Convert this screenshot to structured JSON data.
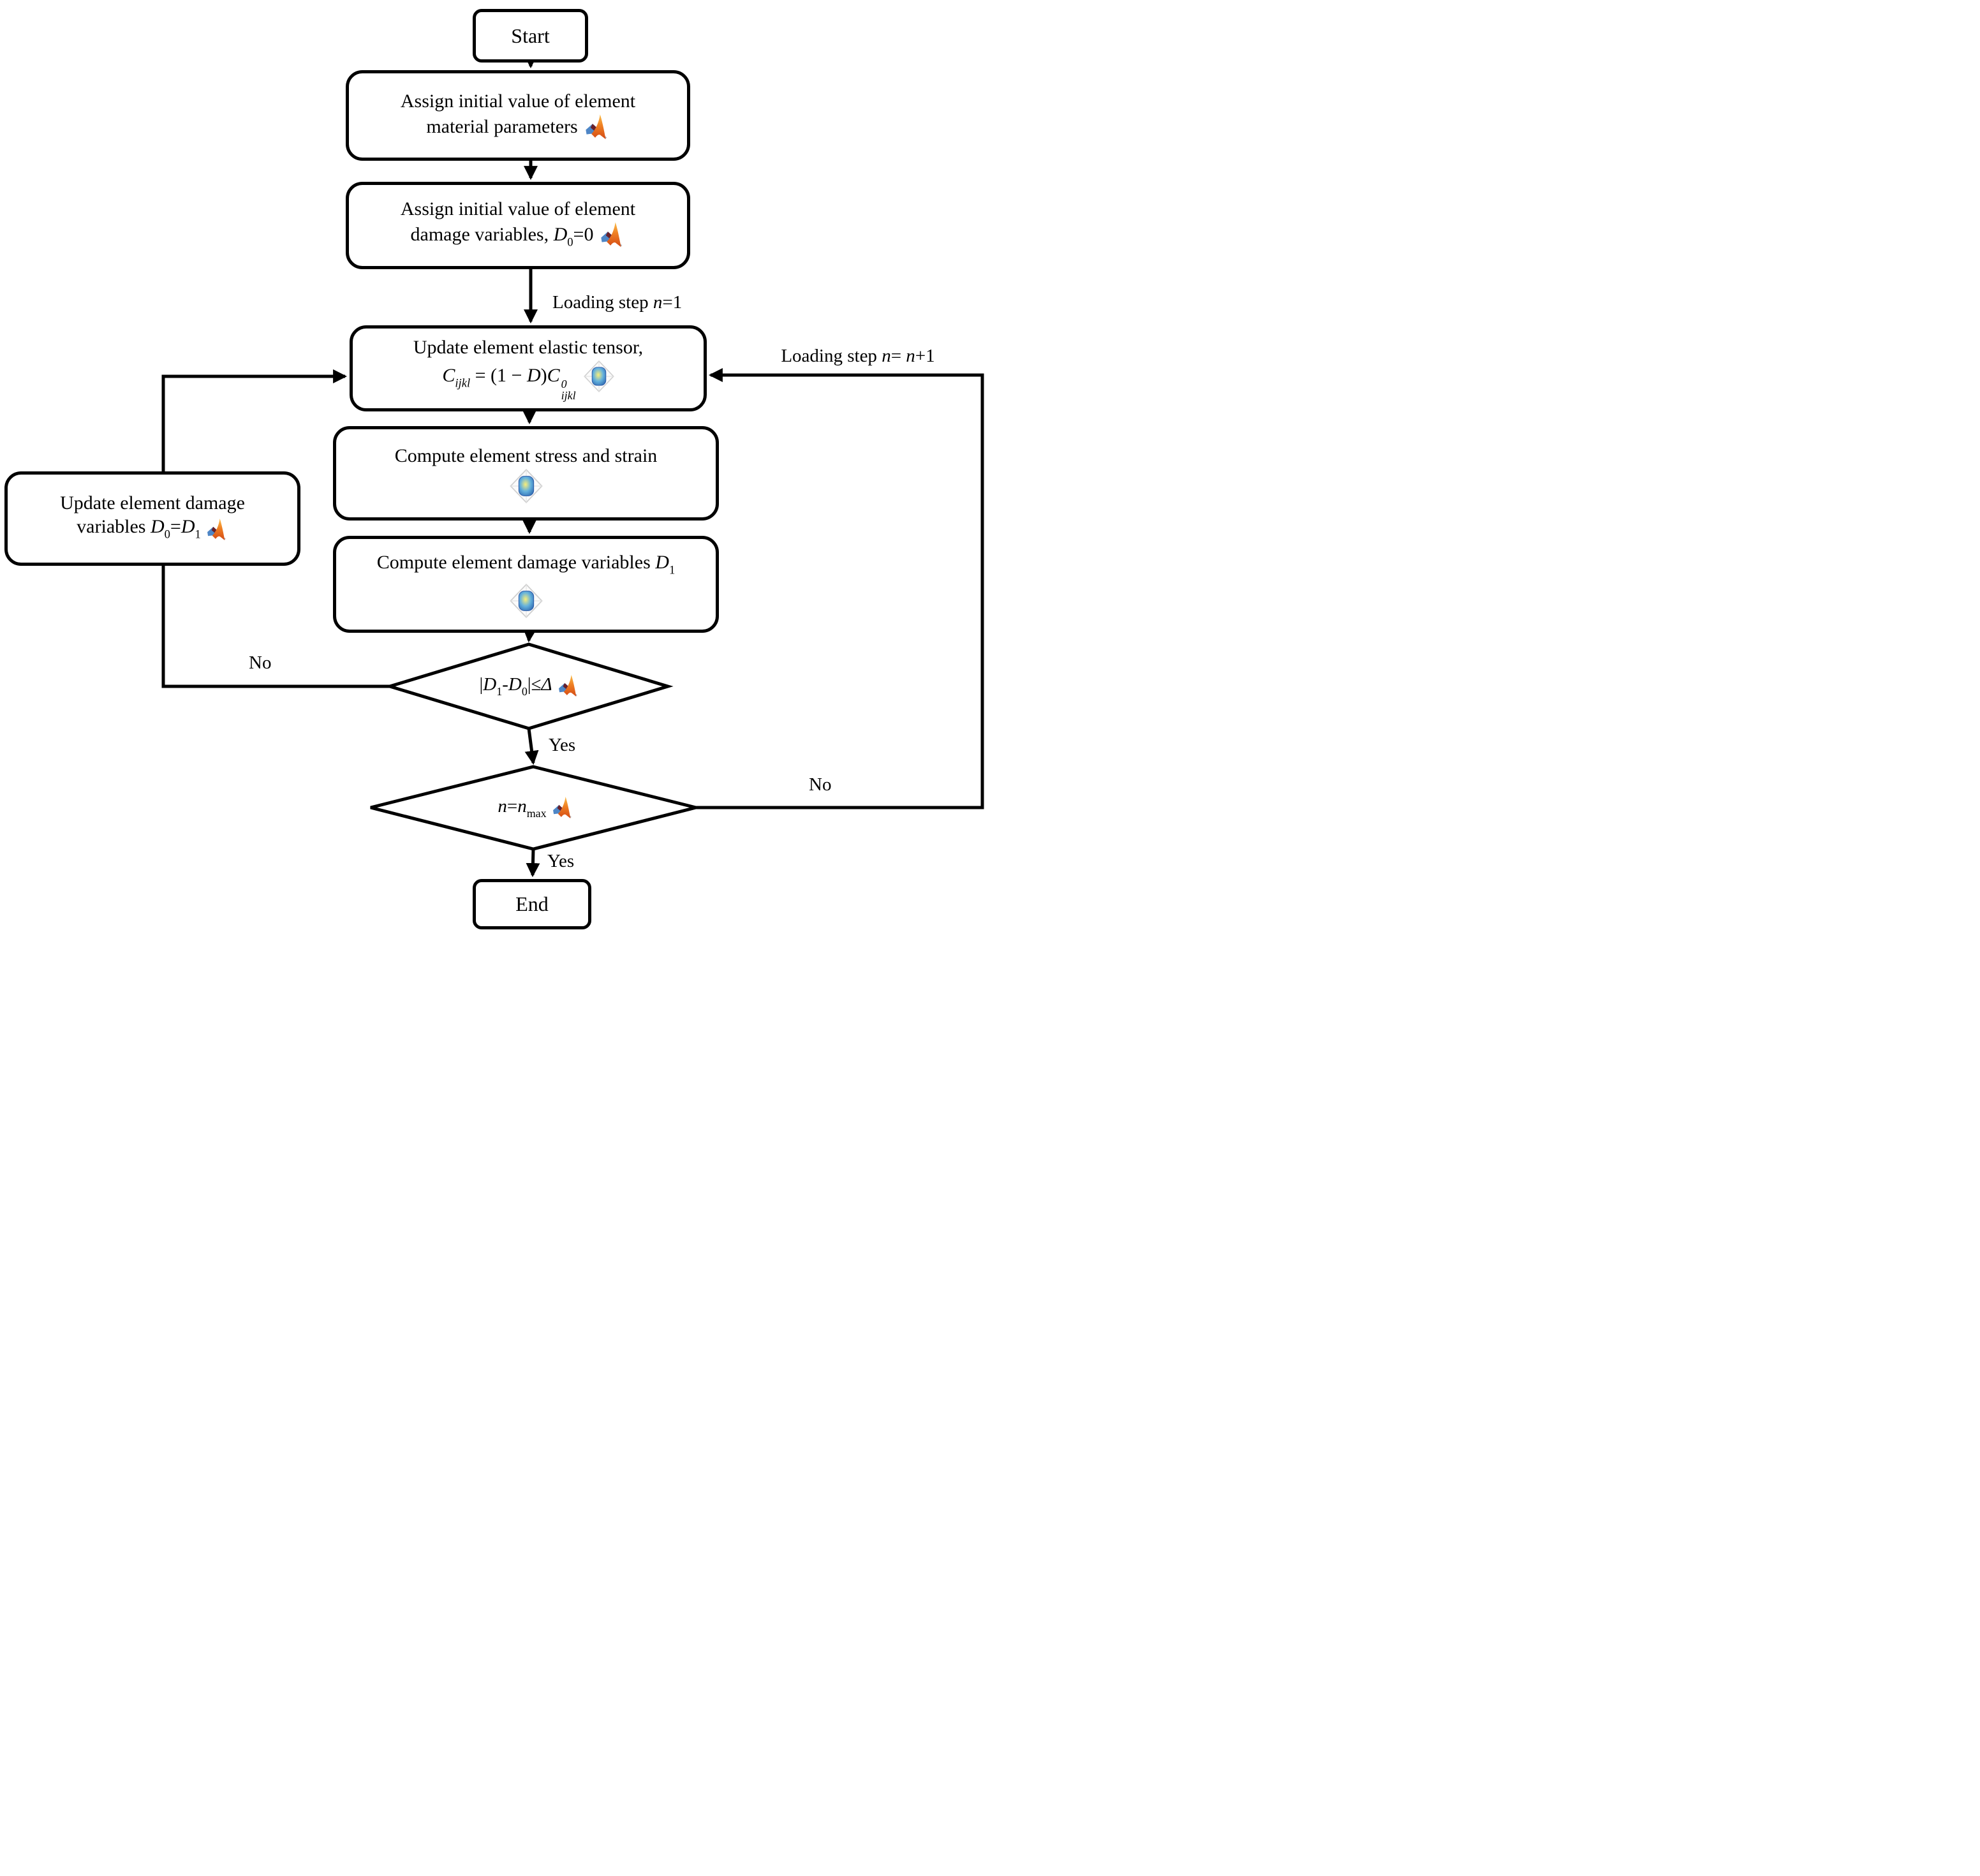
{
  "diagram": {
    "title_semantic": "FEM damage iteration flowchart",
    "colors": {
      "stroke": "#000000",
      "background": "#ffffff",
      "matlab_orange": "#ef7f23",
      "matlab_blue": "#4e86c6",
      "matlab_dark": "#69202a",
      "comsol_blue": "#1c4f9e",
      "comsol_yellow": "#f8ee7a",
      "comsol_frame": "#cfcfcf"
    },
    "nodes": {
      "start": {
        "type": "terminator",
        "label": "Start"
      },
      "assign_material": {
        "type": "process",
        "icon": "matlab-logo",
        "lines": [
          [
            {
              "t": "Assign initial value of element"
            }
          ],
          [
            {
              "t": "material parameters"
            }
          ]
        ]
      },
      "assign_damage": {
        "type": "process",
        "icon": "matlab-logo",
        "lines": [
          [
            {
              "t": "Assign initial value of element"
            }
          ],
          [
            {
              "t": "damage variables, "
            },
            {
              "t": "D",
              "i": true
            },
            {
              "t": "0",
              "v": "sub"
            },
            {
              "t": "=0"
            }
          ]
        ]
      },
      "update_tensor": {
        "type": "process",
        "icon": "comsol-logo",
        "lines": [
          [
            {
              "t": "Update element elastic tensor,"
            }
          ],
          [
            {
              "t": "C",
              "i": true
            },
            {
              "t": "ijkl",
              "i": true,
              "v": "sub"
            },
            {
              "t": " = (1 − "
            },
            {
              "t": "D",
              "i": true
            },
            {
              "t": ")"
            },
            {
              "t": "C",
              "i": true
            },
            {
              "stack": {
                "sup": "0",
                "sub": "ijkl"
              }
            }
          ]
        ]
      },
      "compute_stress": {
        "type": "process",
        "icon": "comsol-logo",
        "lines": [
          [
            {
              "t": "Compute element stress and strain"
            }
          ]
        ]
      },
      "compute_damage": {
        "type": "process",
        "icon": "comsol-logo",
        "lines": [
          [
            {
              "t": "Compute element damage variables "
            },
            {
              "t": "D",
              "i": true
            },
            {
              "t": "1",
              "v": "sub"
            }
          ]
        ]
      },
      "update_damage": {
        "type": "process",
        "icon": "matlab-logo",
        "lines": [
          [
            {
              "t": "Update element damage"
            }
          ],
          [
            {
              "t": "variables "
            },
            {
              "t": "D",
              "i": true
            },
            {
              "t": "0",
              "v": "sub"
            },
            {
              "t": "="
            },
            {
              "t": "D",
              "i": true
            },
            {
              "t": "1",
              "v": "sub"
            }
          ]
        ]
      },
      "check_convergence": {
        "type": "decision",
        "icon": "matlab-logo",
        "expr": [
          {
            "t": "|"
          },
          {
            "t": "D",
            "i": true
          },
          {
            "t": "1",
            "v": "sub"
          },
          {
            "t": "-"
          },
          {
            "t": "D",
            "i": true
          },
          {
            "t": "0",
            "v": "sub"
          },
          {
            "t": "|≤"
          },
          {
            "t": "Δ",
            "i": true
          }
        ]
      },
      "check_max_step": {
        "type": "decision",
        "icon": "matlab-logo",
        "expr": [
          {
            "t": "n",
            "i": true
          },
          {
            "t": "="
          },
          {
            "t": "n",
            "i": true
          },
          {
            "t": "max",
            "v": "sub"
          }
        ]
      },
      "end": {
        "type": "terminator",
        "label": "End"
      }
    },
    "edge_labels": {
      "loading_initial": [
        {
          "t": "Loading step "
        },
        {
          "t": "n",
          "i": true
        },
        {
          "t": "=1"
        }
      ],
      "loading_next": [
        {
          "t": "Loading step "
        },
        {
          "t": "n",
          "i": true
        },
        {
          "t": "= "
        },
        {
          "t": "n",
          "i": true
        },
        {
          "t": "+1"
        }
      ],
      "no_convergence": "No",
      "yes_convergence": "Yes",
      "no_max_step": "No",
      "yes_max_step": "Yes"
    }
  }
}
